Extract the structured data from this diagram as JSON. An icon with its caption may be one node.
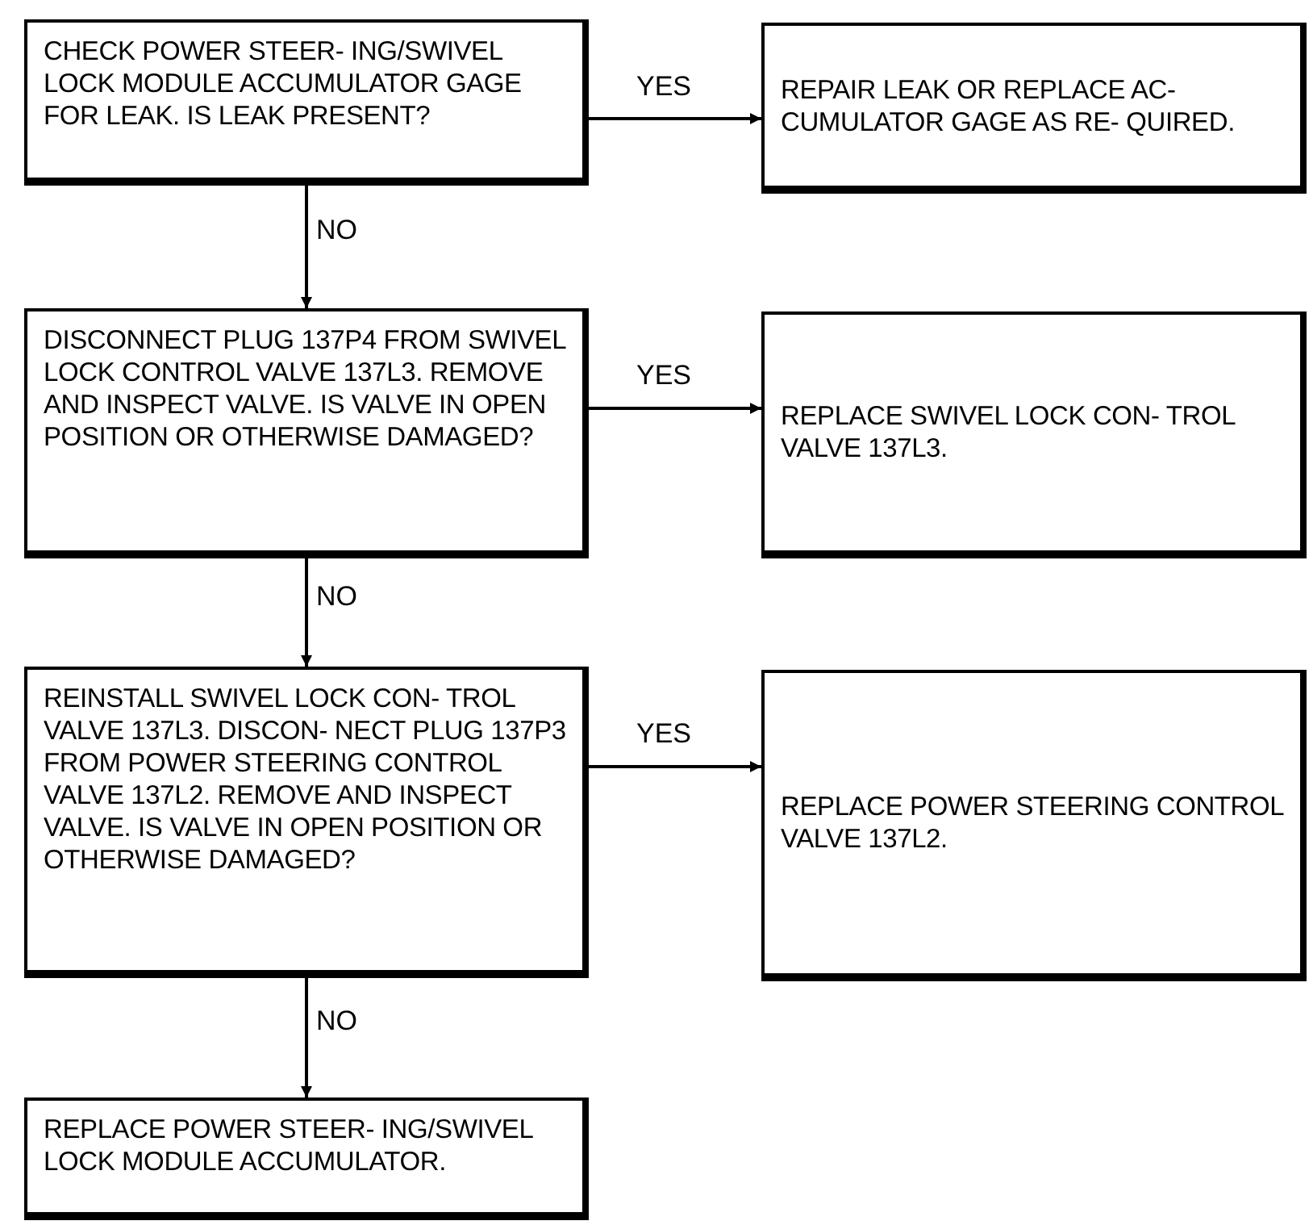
{
  "diagram": {
    "nodes": [
      {
        "text": [
          "CHECK POWER STEER- ING/SWIVEL LOCK MODULE ACCUMULATOR GAGE FOR LEAK. IS LEAK PRESENT?"
        ]
      },
      {
        "text": [
          "REPAIR LEAK OR REPLACE AC- CUMULATOR GAGE AS RE- QUIRED."
        ]
      },
      {
        "text": [
          "DISCONNECT PLUG 137P4 FROM SWIVEL LOCK CONTROL VALVE 137L3. REMOVE AND INSPECT VALVE. IS VALVE IN OPEN POSITION OR OTHERWISE DAMAGED?"
        ]
      },
      {
        "text": [
          "REPLACE SWIVEL LOCK CON- TROL VALVE 137L3."
        ]
      },
      {
        "text": [
          "REINSTALL SWIVEL LOCK CON- TROL VALVE 137L3. DISCON- NECT PLUG 137P3 FROM POWER STEERING CONTROL VALVE 137L2. REMOVE AND INSPECT VALVE. IS VALVE IN OPEN POSITION OR OTHERWISE DAMAGED?"
        ]
      },
      {
        "text": [
          "REPLACE POWER STEERING CONTROL VALVE 137L2."
        ]
      },
      {
        "text": [
          "REPLACE POWER STEER- ING/SWIVEL LOCK MODULE ACCUMULATOR."
        ]
      }
    ],
    "edges": [
      {
        "from": 0,
        "to": 1,
        "arrow": "to",
        "label": "YES"
      },
      {
        "from": 0,
        "to": 2,
        "arrow": "to",
        "label": "NO"
      },
      {
        "from": 2,
        "to": 3,
        "arrow": "to",
        "label": "YES"
      },
      {
        "from": 2,
        "to": 4,
        "arrow": "to",
        "label": "NO"
      },
      {
        "from": 4,
        "to": 5,
        "arrow": "to",
        "label": "YES"
      },
      {
        "from": 4,
        "to": 6,
        "arrow": "to",
        "label": "NO"
      }
    ]
  }
}
